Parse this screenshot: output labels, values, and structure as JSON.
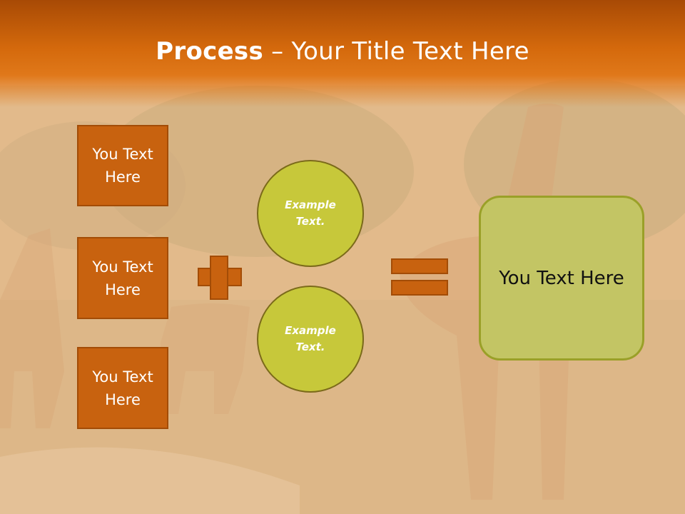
{
  "title": {
    "bold": "Process",
    "dash": " – ",
    "rest": "Your Title Text Here"
  },
  "left_boxes": [
    {
      "text": "You Text Here"
    },
    {
      "text": "You Text Here"
    },
    {
      "text": "You Text Here"
    }
  ],
  "circles": [
    {
      "text": "Example Text."
    },
    {
      "text": "Example Text."
    }
  ],
  "result": {
    "text": "You Text Here"
  },
  "colors": {
    "header": "#d4690c",
    "box": "#c8620f",
    "circle": "#c7c83a",
    "result": "#c3c564"
  }
}
